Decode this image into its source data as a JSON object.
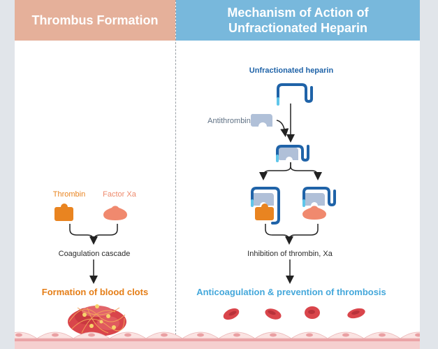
{
  "left_panel": {
    "title": "Thrombus Formation",
    "header_color": "#e5b09a",
    "labels": {
      "thrombin": "Thrombin",
      "factor_xa": "Factor Xa",
      "cascade": "Coagulation cascade",
      "outcome": "Formation of blood clots"
    }
  },
  "right_panel": {
    "title_line1": "Mechanism of Action of",
    "title_line2": "Unfractionated Heparin",
    "header_color": "#78b8dc",
    "labels": {
      "heparin": "Unfractionated heparin",
      "antithrombin": "Antithrombin",
      "inhibition": "Inhibition of thrombin, Xa",
      "outcome": "Anticoagulation & prevention of thrombosis"
    }
  },
  "colors": {
    "thrombin": "#e98420",
    "factor_xa": "#f0896e",
    "heparin": "#1f63a8",
    "heparin_tip": "#5fc6ea",
    "antithrombin": "#b0c0d8",
    "rbc": "#d9454b",
    "endothelium": "#f5cfcf"
  }
}
